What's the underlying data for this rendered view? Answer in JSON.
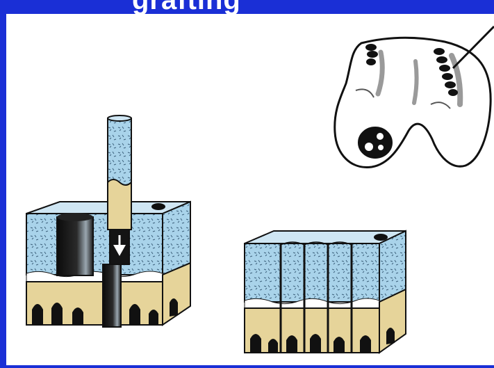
{
  "slide": {
    "title_fragment": "grafting",
    "colors": {
      "frame": "#1a2fd6",
      "panel": "#ffffff",
      "cartilage": "#a9d3ea",
      "bone": "#e6d49a",
      "outline": "#111111",
      "plug_dark": "#1e1e1e",
      "lesion_gray": "#9a9a9a"
    }
  },
  "figures": [
    {
      "id": "femur-condyle",
      "icon": "distal-femur-outline-icon"
    },
    {
      "id": "plug-insertion",
      "icon": "osteochondral-block-with-plug-icon"
    },
    {
      "id": "plugs-seated",
      "icon": "osteochondral-block-filled-icon"
    }
  ]
}
